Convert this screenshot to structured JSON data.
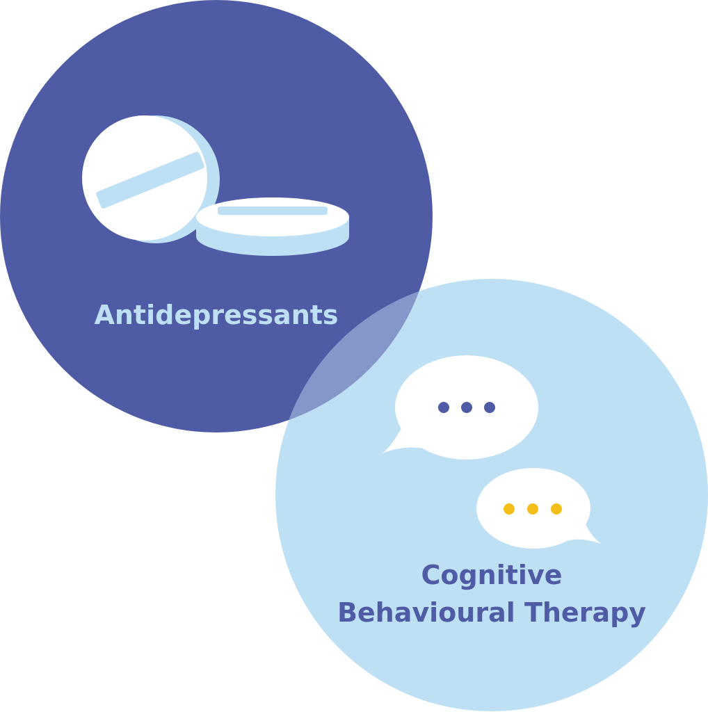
{
  "colors": {
    "dark": "#4F5CA5",
    "light": "#BEE0F4",
    "overlap": "#8596C8",
    "yellow": "#F5BF1A",
    "white": "#FFFFFF"
  },
  "circles": [
    {
      "label": "Antidepressants",
      "icon": "pills-icon"
    },
    {
      "label_lines": [
        "Cognitive",
        "Behavioural Therapy"
      ],
      "icon": "speech-bubbles-icon"
    }
  ]
}
